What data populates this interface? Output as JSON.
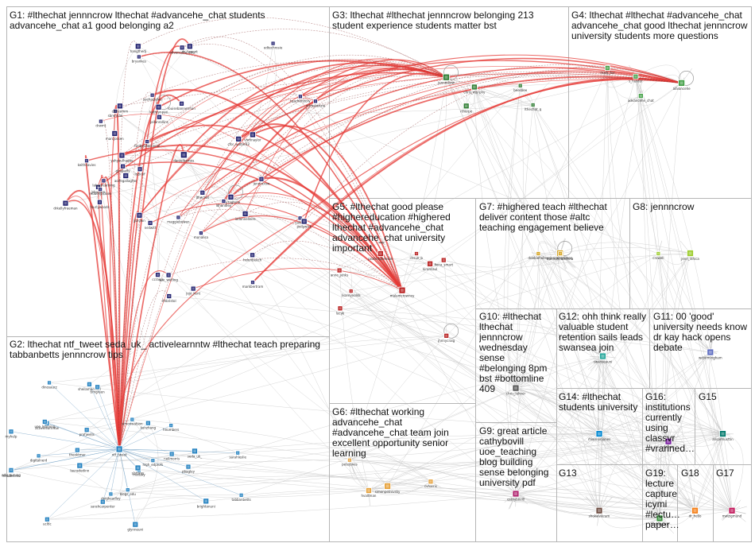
{
  "groups": [
    {
      "id": "G1",
      "text": "G1: #lthechat jennncrow lthechat #advancehe_chat students advancehe_chat a1 good belonging a2",
      "color": "#1f1f6e"
    },
    {
      "id": "G2",
      "text": "G2: lthechat ntf_tweet seda_uk_ activelearnntw #lthechat teach preparing tabbanbetts jennncrow tips",
      "color": "#1f7fbf"
    },
    {
      "id": "G3",
      "text": "G3: lthechat #lthechat jennncrow belonging 213 student experience students matter bst",
      "color": "#2e7d32"
    },
    {
      "id": "G4",
      "text": "G4: lthechat #lthechat #advancehe_chat advancehe_chat good lthechat jennncrow university students more questions",
      "color": "#43a047"
    },
    {
      "id": "G5",
      "text": "G5: #lthechat good please #highereducation #highered lthechat #advancehe_chat advancehe_chat university important",
      "color": "#b71c1c"
    },
    {
      "id": "G6",
      "text": "G6: #lthechat working advancehe_chat #advancehe_chat team join excellent opportunity senior learning",
      "color": "#e6a23c"
    },
    {
      "id": "G7",
      "text": "G7: #highered teach #lthechat deliver content those #altc teaching engagement believe",
      "color": "#d4a017"
    },
    {
      "id": "G8",
      "text": "G8: jennncrow",
      "color": "#9ccc2a"
    },
    {
      "id": "G9",
      "text": "G9: great article cathybovill uoe_teaching blog building sense belonging university pdf",
      "color": "#b0226e"
    },
    {
      "id": "G10",
      "text": "G10: #lthechat lthechat jennncrow wednesday sense #belonging 8pm bst #bottomline 409",
      "color": "#555555"
    },
    {
      "id": "G11",
      "text": "G11: 00 'good' university needs know dr kay hack opens debate",
      "color": "#5c6bc0"
    },
    {
      "id": "G12",
      "text": "G12: ohh think really valuable student retention sails leads swansea join",
      "color": "#26a69a"
    },
    {
      "id": "G13",
      "text": "G13",
      "color": "#6d4c41"
    },
    {
      "id": "G14",
      "text": "G14: #lthechat students university",
      "color": "#0288d1"
    },
    {
      "id": "G15",
      "text": "G15",
      "color": "#00796b"
    },
    {
      "id": "G16",
      "text": "G16: institutions currently using classvr #vrarined…",
      "color": "#7b1fa2"
    },
    {
      "id": "G17",
      "text": "G17",
      "color": "#c2185b"
    },
    {
      "id": "G18",
      "text": "G18",
      "color": "#f57f17"
    },
    {
      "id": "G19",
      "text": "G19: lecture capture icymi #lectu… paper…",
      "color": "#388e3c"
    }
  ],
  "nodes": {
    "G1": [
      "danielbarnes",
      "keithdavies",
      "murtaghme",
      "joburden",
      "catbm",
      "sbrennan",
      "ccraigs",
      "jallanrollins",
      "yahyaulhaque",
      "kathrynpye",
      "drwmt",
      "lthechat",
      "ntfmckenzie",
      "iodonnelleire",
      "cfor_walter03",
      "fourlywoods",
      "suehackdoc",
      "markbertram",
      "aoifegallagher",
      "marcjossen",
      "helenbeech",
      "jjbrown",
      "pollywick",
      "jojo_kent",
      "ginakelly",
      "chrissimm",
      "dr_tarrant",
      "ldhandley",
      "lozkinf",
      "jennncrow",
      "bryankes",
      "vhmnaylor",
      "reubenpickles",
      "drkellyfreeman",
      "lakerslearning",
      "maggiebowen",
      "louisebannerman",
      "sue_watling",
      "edtechrosie",
      "teacherstory",
      "advancehe_edu",
      "fordprofessional",
      "neilwitt",
      "monalisa",
      "hangthedj",
      "lthbristol"
    ],
    "G2": [
      "ntf_tweet",
      "seda_uk_",
      "activelearnntw",
      "tabbanbetts",
      "middlesexu",
      "uoe_learning",
      "brightonuni",
      "hnumbers",
      "neilmorris",
      "sheilamacneill",
      "dinosaurz",
      "glynneuni",
      "mudsky",
      "hlgh_edprofs",
      "myhelp",
      "kunzhang",
      "theoktmer",
      "sarahcarpenter",
      "pbagley",
      "blogs_edu",
      "simonwatson",
      "slstorey",
      "profjwells",
      "lauradedinn",
      "digitalnerd",
      "sarahleslie",
      "edu_gurung",
      "ucltlc",
      "timgreen",
      "dvigheadley"
    ],
    "G3": [
      "jennncrow",
      "lthechat_q",
      "chris_murphy",
      "rthorpe",
      "beesbee"
    ],
    "G4": [
      "advancehe",
      "advancehe_chat",
      "mark_fox",
      "s_hunter"
    ],
    "G5": [
      "malamcrowney",
      "jhnnycraig",
      "profstephenson",
      "fiona_smart",
      "lucyk",
      "kiransaul",
      "lisareynolds",
      "drsue_b",
      "anne_jenks"
    ],
    "G6": [
      "simonpetrovsky",
      "petejones",
      "hvaltman",
      "cvharris"
    ],
    "G7": [
      "hannahmckenna",
      "debbieholley",
      "elearningsimon"
    ],
    "G8": [
      "jenn_lithica",
      "crowell"
    ],
    "G9": [
      "cathybovill"
    ],
    "G10": [
      "chris_lehner"
    ],
    "G11": [
      "wcbirmingham"
    ],
    "G12": [
      "swanseauni"
    ],
    "G13": [
      "shokalvikram"
    ],
    "G14": [
      "rhiannonjones"
    ],
    "G15": [
      "ansarmusttin"
    ],
    "G16": [
      "classvr"
    ],
    "G17": [
      "mwzigmund"
    ],
    "G18": [
      "dr_hello"
    ],
    "G19": [
      "lectcapture"
    ]
  },
  "colors": {
    "background": "#ffffff",
    "box_border": "#b5b5b5",
    "edge_gray": "#c8c8c8",
    "edge_red": "#e53935",
    "edge_dark_red": "#8d3a3a",
    "node_border": "#ffffff",
    "label_text": "#111111"
  }
}
